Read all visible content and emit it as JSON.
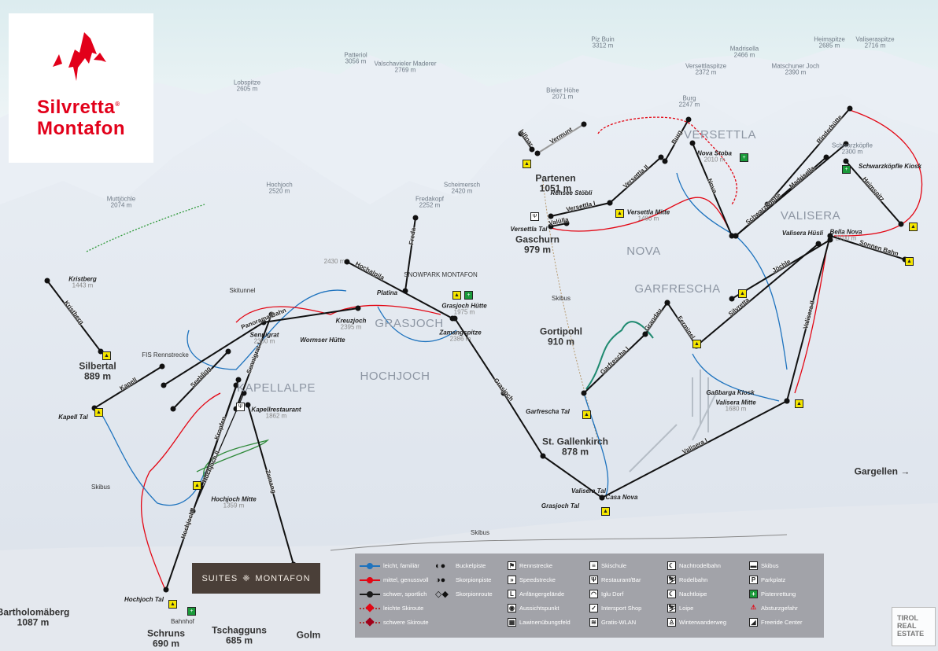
{
  "logo": {
    "line1": "Silvretta",
    "reg": "®",
    "line2": "Montafon",
    "brand_color": "#e2001a"
  },
  "peaks": [
    {
      "name": "Patteriol",
      "alt": "3056 m"
    },
    {
      "name": "Valschavieler Maderer",
      "alt": "2769 m"
    },
    {
      "name": "Lobspitze",
      "alt": "2605 m"
    },
    {
      "name": "Hochjoch",
      "alt": "2520 m"
    },
    {
      "name": "Muttjöchle",
      "alt": "2074 m"
    },
    {
      "name": "Scheimersch",
      "alt": "2420 m"
    },
    {
      "name": "Fredakopf",
      "alt": "2252 m"
    },
    {
      "name": "Piz Buin",
      "alt": "3312 m"
    },
    {
      "name": "Bieler Höhe",
      "alt": "2071 m"
    },
    {
      "name": "Burg",
      "alt": "2247 m"
    },
    {
      "name": "Versettlaspitze",
      "alt": "2372 m"
    },
    {
      "name": "Madrisella",
      "alt": "2466 m"
    },
    {
      "name": "Matschuner Joch",
      "alt": "2390 m"
    },
    {
      "name": "Heimspitze",
      "alt": "2685 m"
    },
    {
      "name": "Valiseraspitze",
      "alt": "2716 m"
    },
    {
      "name": "Schwarzköpfle",
      "alt": "2300 m"
    }
  ],
  "towns": [
    {
      "name": "Silbertal",
      "alt": "889 m"
    },
    {
      "name": "Partenen",
      "alt": "1051 m"
    },
    {
      "name": "Gaschurn",
      "alt": "979 m"
    },
    {
      "name": "Gortipohl",
      "alt": "910 m"
    },
    {
      "name": "St. Gallenkirch",
      "alt": "878 m"
    },
    {
      "name": "Bartholomäberg",
      "alt": "1087 m"
    },
    {
      "name": "Schruns",
      "alt": "690 m"
    },
    {
      "name": "Tschagguns",
      "alt": "685 m"
    },
    {
      "name": "Golm",
      "alt": ""
    },
    {
      "name": "Gargellen →",
      "alt": ""
    }
  ],
  "areas": [
    "VERSETTLA",
    "NOVA",
    "GARFRESCHA",
    "HOCHJOCH",
    "GRASJOCH",
    "KAPELLALPE",
    "VALISERA"
  ],
  "stations": [
    {
      "name": "Kapell Tal",
      "alt": ""
    },
    {
      "name": "Hochjoch Tal",
      "alt": ""
    },
    {
      "name": "Hochjoch Mitte",
      "alt": "1359 m"
    },
    {
      "name": "Kapellrestaurant",
      "alt": "1862 m"
    },
    {
      "name": "Sennigrat",
      "alt": "2300 m"
    },
    {
      "name": "Kreuzjoch",
      "alt": "2395 m"
    },
    {
      "name": "Wormser Hütte",
      "alt": ""
    },
    {
      "name": "Grasjoch Hütte",
      "alt": "1975 m"
    },
    {
      "name": "Zamangspitze",
      "alt": "2386 m"
    },
    {
      "name": "Garfrescha Tal",
      "alt": ""
    },
    {
      "name": "Gaßbarga Kiosk",
      "alt": ""
    },
    {
      "name": "Valisera Mitte",
      "alt": "1680 m"
    },
    {
      "name": "Valisera Tal",
      "alt": ""
    },
    {
      "name": "Grasjoch Tal",
      "alt": ""
    },
    {
      "name": "Casa Nova",
      "alt": ""
    },
    {
      "name": "Versettla Tal",
      "alt": ""
    },
    {
      "name": "Versettla Mitte",
      "alt": "1480 m"
    },
    {
      "name": "Rehsee Stöbli",
      "alt": ""
    },
    {
      "name": "Nova Stoba",
      "alt": "2010 m"
    },
    {
      "name": "Schwarzköpfle Kiosk",
      "alt": ""
    },
    {
      "name": "Valisera Hüsli",
      "alt": ""
    },
    {
      "name": "Bella Nova",
      "alt": "2100 m"
    },
    {
      "name": "Kristberg",
      "alt": "1443 m"
    },
    {
      "name": "Platina",
      "alt": ""
    },
    {
      "name": "",
      "alt": "2430 m"
    }
  ],
  "misc": {
    "fis": "FIS Rennstrecke",
    "skitunnel": "Skitunnel",
    "bahnhof": "Bahnhof",
    "skibus1": "Skibus",
    "skibus2": "Skibus",
    "skibus3": "Skibus",
    "snowpark": "SNOWPARK MONTAFON"
  },
  "lifts": [
    "Kapell",
    "Panorama Bahn",
    "Seebligg",
    "Hochjoch I",
    "Zamang",
    "Sennigrat I",
    "Kristberg",
    "Hochalpila",
    "Freda",
    "Grasjoch",
    "Valisera I",
    "Valisera II",
    "Garfrescha I",
    "Grandau",
    "Ferminel",
    "Silvretta",
    "Jöchle",
    "Versettla I",
    "Versettla II",
    "Burg",
    "Nova",
    "Schwarzköpfle",
    "Madrisella",
    "Rinderhütte",
    "Heimspitz",
    "Sonnen Bahn",
    "Vermunt",
    "Lifinar",
    "Valülla",
    "Kropfen",
    "Hochjoch II"
  ],
  "banner": {
    "left": "SUITES",
    "right": "MONTAFON"
  },
  "legend": {
    "pistes": [
      {
        "label": "leicht, familiär",
        "color": "#1e73be"
      },
      {
        "label": "mittel, genussvoll",
        "color": "#e30613"
      },
      {
        "label": "schwer, sportlich",
        "color": "#1a1a1a"
      },
      {
        "label": "leichte Skiroute",
        "color": "#e30613"
      },
      {
        "label": "schwere Skiroute",
        "color": "#a0001a"
      }
    ],
    "special": [
      "Buckelpiste",
      "Skorpionpiste",
      "Skorpionroute"
    ],
    "col3": [
      "Rennstrecke",
      "Speedstrecke",
      "Anfängergelände",
      "Aussichtspunkt",
      "Lawinenübungsfeld"
    ],
    "col4": [
      "Skischule",
      "Restaurant/Bar",
      "Iglu Dorf",
      "Intersport Shop",
      "Gratis-WLAN"
    ],
    "col5": [
      "Nachtrodelbahn",
      "Rodelbahn",
      "Nachtloipe",
      "Loipe",
      "Winterwanderweg"
    ],
    "col6": [
      "Skibus",
      "Parkplatz",
      "Pistenrettung",
      "Absturzgefahr",
      "Freeride Center"
    ]
  },
  "partner": {
    "line1": "TIROL",
    "line2": "REAL",
    "line3": "ESTATE"
  }
}
